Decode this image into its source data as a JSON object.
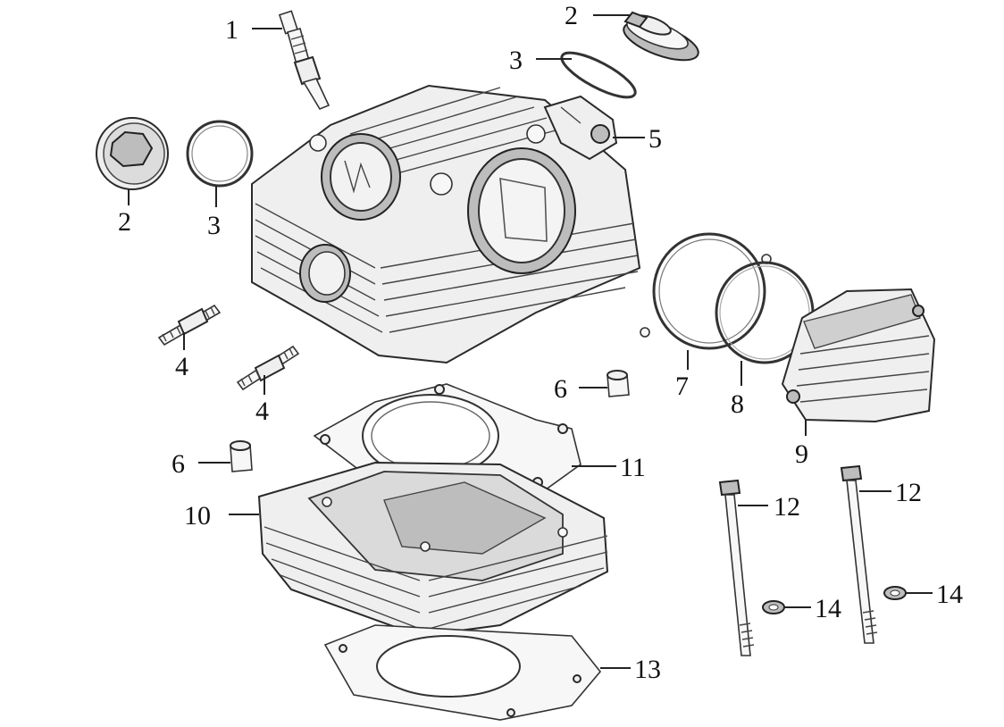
{
  "callouts": [
    {
      "id": "1",
      "text": "1"
    },
    {
      "id": "2a",
      "text": "2"
    },
    {
      "id": "3a",
      "text": "3"
    },
    {
      "id": "5",
      "text": "5"
    },
    {
      "id": "2b",
      "text": "2"
    },
    {
      "id": "3b",
      "text": "3"
    },
    {
      "id": "4a",
      "text": "4"
    },
    {
      "id": "4b",
      "text": "4"
    },
    {
      "id": "6a",
      "text": "6"
    },
    {
      "id": "7",
      "text": "7"
    },
    {
      "id": "8",
      "text": "8"
    },
    {
      "id": "9",
      "text": "9"
    },
    {
      "id": "6b",
      "text": "6"
    },
    {
      "id": "11",
      "text": "11"
    },
    {
      "id": "10",
      "text": "10"
    },
    {
      "id": "12a",
      "text": "12"
    },
    {
      "id": "12b",
      "text": "12"
    },
    {
      "id": "14a",
      "text": "14"
    },
    {
      "id": "14b",
      "text": "14"
    },
    {
      "id": "13",
      "text": "13"
    }
  ]
}
